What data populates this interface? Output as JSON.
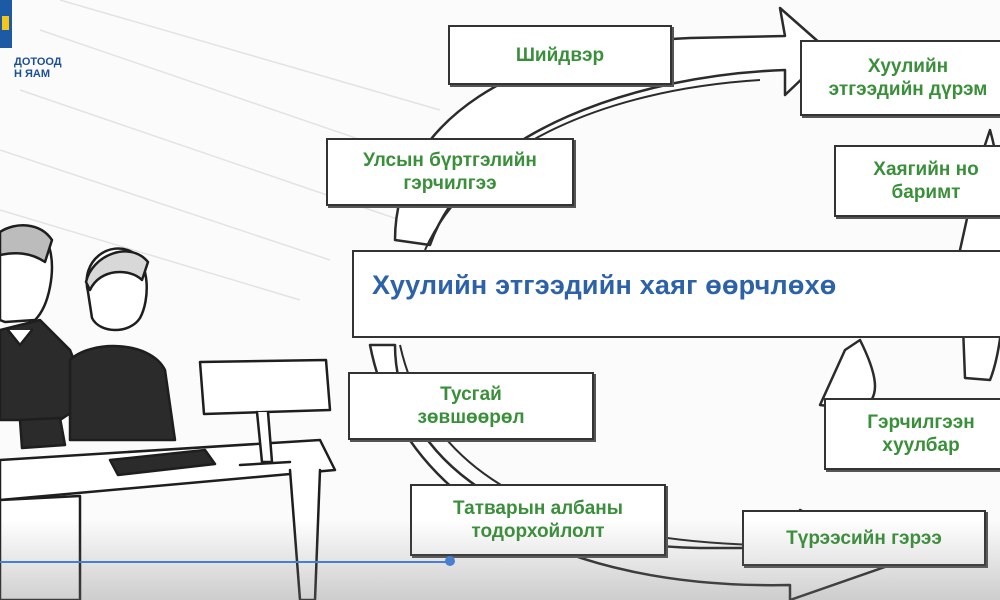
{
  "logo": {
    "line1": "ДОТООД",
    "line2": "Н ЯАМ",
    "tiny": "..."
  },
  "diagram": {
    "title": "Хуулийн этгээдийн хаяг өөрчлөхө",
    "items": [
      {
        "key": "decision",
        "text": "Шийдвэр"
      },
      {
        "key": "charter",
        "text": "Хуулийн\nэтгээдийн дүрэм"
      },
      {
        "key": "registration",
        "text": "Улсын бүртгэлийн\nгэрчилгээ"
      },
      {
        "key": "address-doc",
        "text": "Хаягийн но\nбаримт"
      },
      {
        "key": "license",
        "text": "Тусгай\nзөвшөөрөл"
      },
      {
        "key": "certificate-copy",
        "text": "Гэрчилгээн\nхуулбар"
      },
      {
        "key": "tax-reference",
        "text": "Татварын албаны\nтодорхойлолт"
      },
      {
        "key": "lease",
        "text": "Түрээсийн гэрээ"
      }
    ]
  },
  "colors": {
    "label_green": "#3a8f3a",
    "title_blue": "#2d62a8",
    "logo_blue": "#1c5aa6",
    "progress_blue": "#4a7fd0"
  },
  "player": {
    "progress_fraction": 0.45
  }
}
